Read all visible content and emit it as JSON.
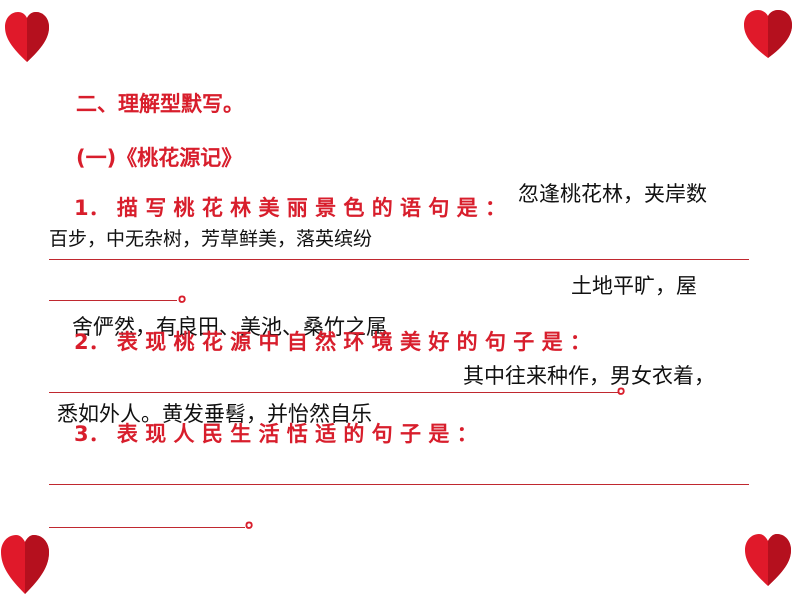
{
  "colors": {
    "heading_red": "#d81e2c",
    "answer_black": "#111111",
    "heart_red": "#e0192a",
    "underline": "#c0282f"
  },
  "decorations": {
    "top_left": "heart-icon",
    "top_right": "heart-icon",
    "bottom_left": "heart-icon",
    "bottom_right": "heart-icon"
  },
  "section": {
    "title": "二、理解型默写。",
    "subtitle": "(一)《桃花源记》"
  },
  "q1": {
    "prompt": "1． 描 写 桃 花 林 美 丽 景 色 的 语 句 是 ：",
    "answer_a": "忽逢桃花林，夹岸数",
    "answer_b": "百步，中无杂树，芳草鲜美，落英缤纷",
    "end_mark": "。"
  },
  "q2": {
    "prompt": "2． 表 现 桃 花 源 中 自 然 环 境 美 好 的 句 子 是 ：",
    "answer_a": "土地平旷，屋",
    "answer_b": "舍俨然，有良田、美池、桑竹之属",
    "end_mark": "。"
  },
  "q3": {
    "prompt": "3． 表 现 人 民 生 活 恬 适 的 句 子 是 ：",
    "answer_a": "其中往来种作，男女衣着，",
    "answer_b": "悉如外人。黄发垂髫，并怡然自乐",
    "end_mark": "。"
  }
}
